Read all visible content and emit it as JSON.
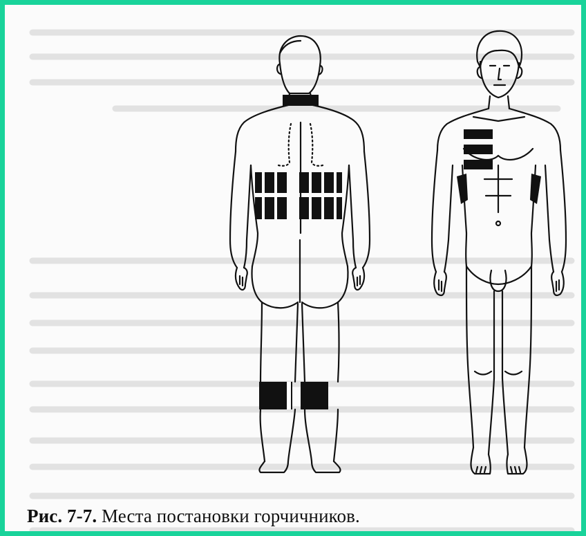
{
  "caption": {
    "label": "Рис. 7-7.",
    "text": " Места постановки горчичников."
  },
  "figures": {
    "back_view": "back-figure",
    "front_view": "front-figure"
  },
  "colors": {
    "frame_border": "#19d39a",
    "ink": "#111111",
    "bleed_through": "#d9d9d9"
  }
}
